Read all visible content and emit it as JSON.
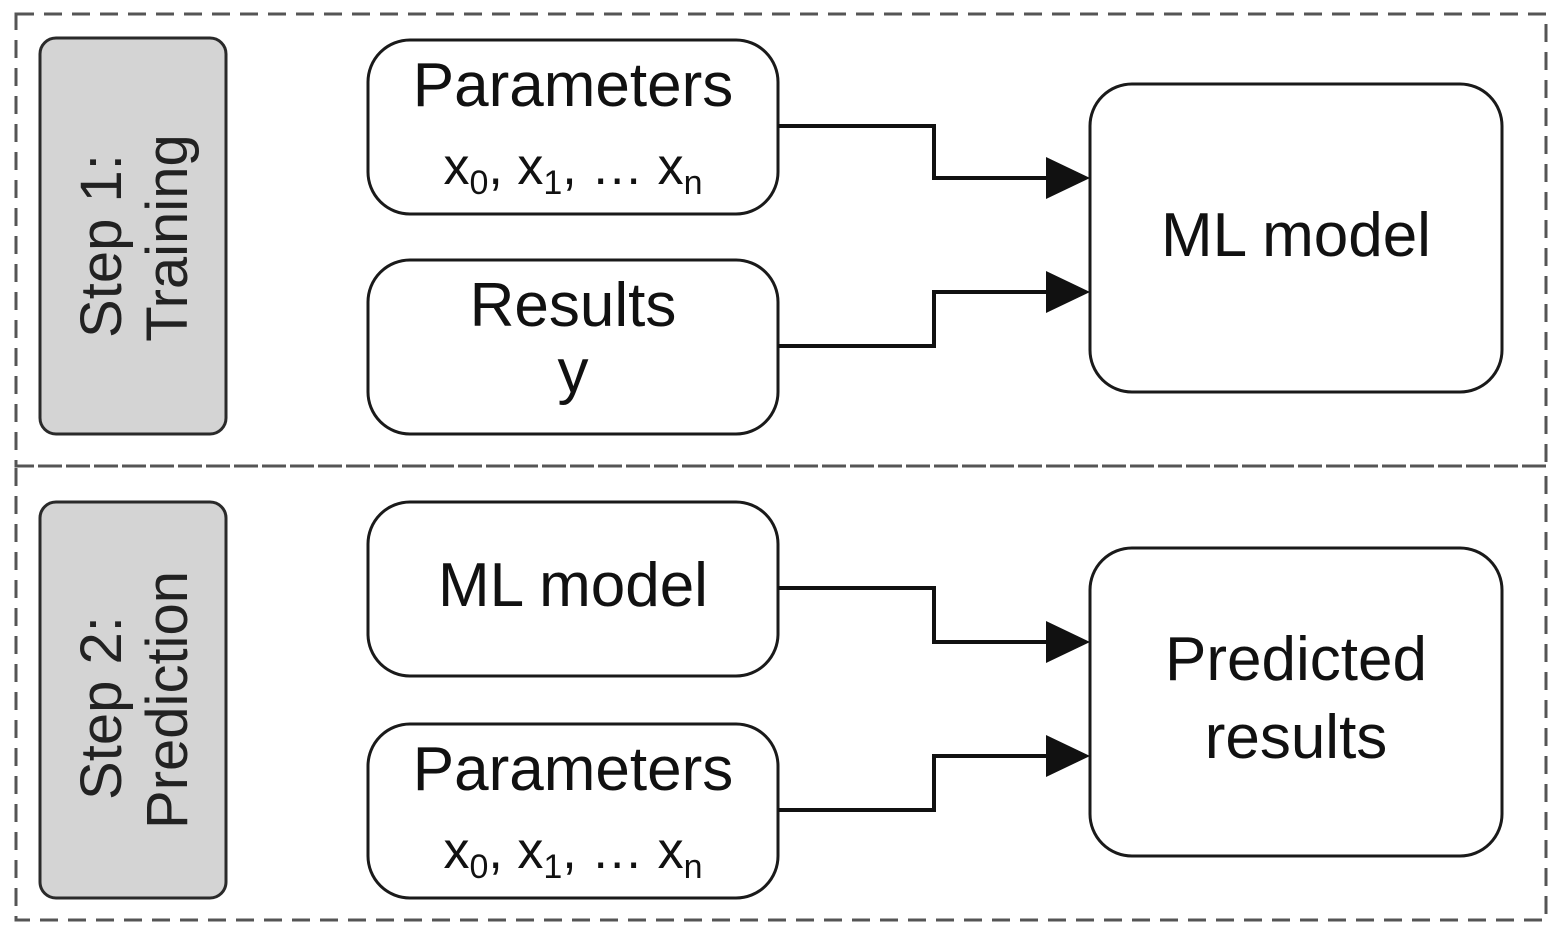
{
  "colors": {
    "step_fill": "#d4d4d4",
    "node_fill": "#ffffff",
    "stroke": "#111111",
    "frame": "#555555"
  },
  "training": {
    "step_line1": "Step 1:",
    "step_line2": "Training",
    "parameters": {
      "title": "Parameters",
      "vars": [
        {
          "base": "x",
          "sub": "0",
          "sep": ", "
        },
        {
          "base": "x",
          "sub": "1",
          "sep": ", "
        },
        {
          "base": "… x",
          "sub": "n",
          "sep": ""
        }
      ]
    },
    "results": {
      "title": "Results",
      "var": "y"
    },
    "model": "ML model"
  },
  "prediction": {
    "step_line1": "Step 2:",
    "step_line2": "Prediction",
    "model": "ML model",
    "parameters": {
      "title": "Parameters",
      "vars": [
        {
          "base": "x",
          "sub": "0",
          "sep": ", "
        },
        {
          "base": "x",
          "sub": "1",
          "sep": ", "
        },
        {
          "base": "… x",
          "sub": "n",
          "sep": ""
        }
      ]
    },
    "output_line1": "Predicted",
    "output_line2": "results"
  }
}
